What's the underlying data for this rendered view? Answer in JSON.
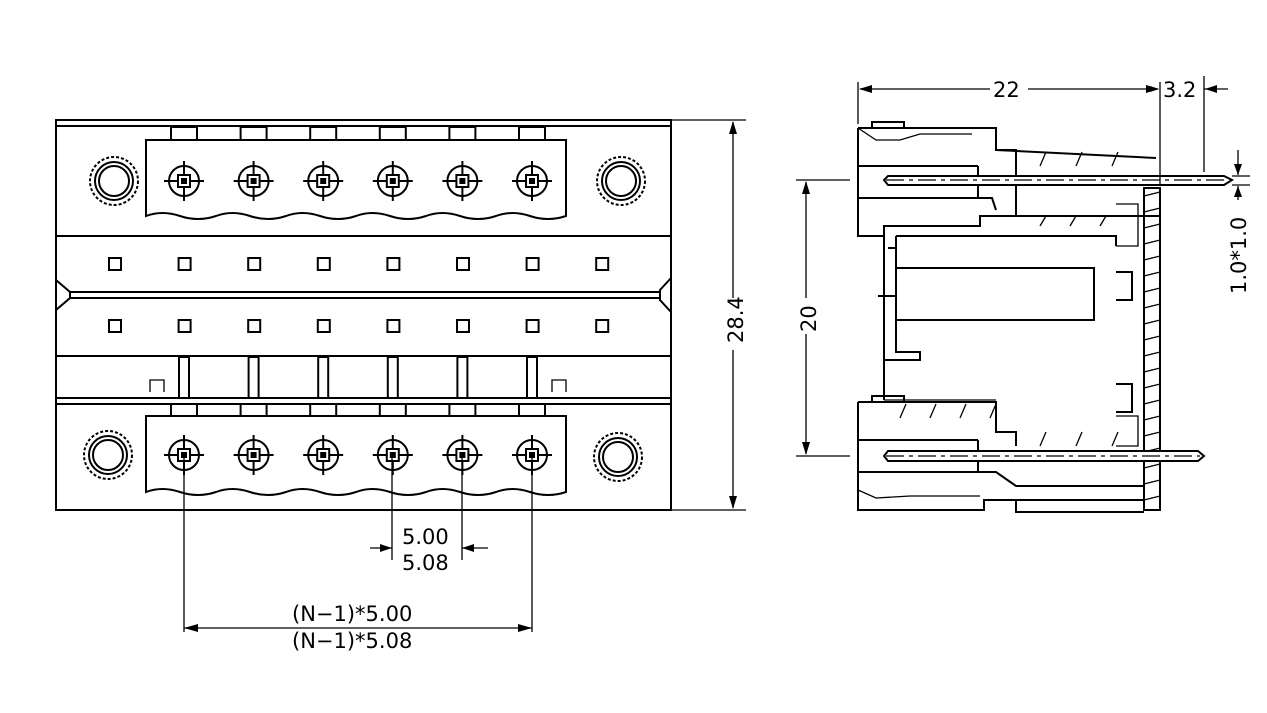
{
  "dimensions": {
    "overall_height": "28.4",
    "pitch_a": "5.00",
    "pitch_b": "5.08",
    "span_a": "(N−1)*5.00",
    "span_b": "(N−1)*5.08",
    "side_depth": "22",
    "side_offset": "3.2",
    "pin_spacing": "20",
    "pin_size": "1.0*1.0"
  },
  "counts": {
    "pin_positions": 6,
    "label_squares_per_row": 8
  }
}
